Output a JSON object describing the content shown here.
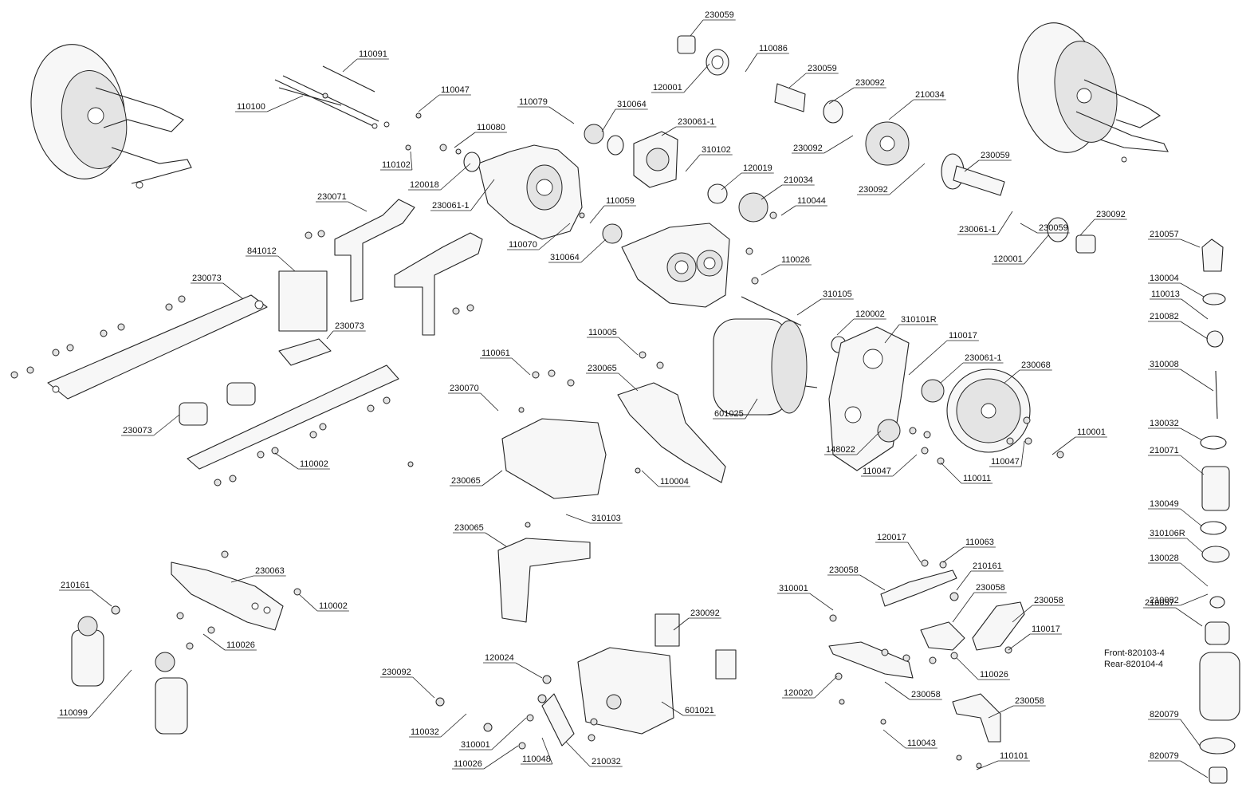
{
  "part_numbers": [
    "230059",
    "110091",
    "110086",
    "230059",
    "120001",
    "110047",
    "110100",
    "110079",
    "310064",
    "230092",
    "210034",
    "230061-1",
    "110080",
    "230061-1",
    "310102",
    "120019",
    "230092",
    "210034",
    "230092",
    "230059",
    "110102",
    "120018",
    "230071",
    "230061-1",
    "110059",
    "110044",
    "230092",
    "230059",
    "210057",
    "120001",
    "841012",
    "110070",
    "310064",
    "110026",
    "230073",
    "130004",
    "110013",
    "310105",
    "120002",
    "310101R",
    "230073",
    "210082",
    "110005",
    "110017",
    "110061",
    "230065",
    "230061-1",
    "230068",
    "310008",
    "230070",
    "601025",
    "130032",
    "148022",
    "110001",
    "230073",
    "210071",
    "110002",
    "110047",
    "110047",
    "110011",
    "230065",
    "110004",
    "130049",
    "310103",
    "230065",
    "310106R",
    "120017",
    "110063",
    "130028",
    "230063",
    "230058",
    "210161",
    "310001",
    "230058",
    "210082",
    "210161",
    "230058",
    "210057",
    "110002",
    "230092",
    "110026",
    "120020",
    "110017",
    "230092",
    "601021",
    "120024",
    "230058",
    "110026",
    "110099",
    "230058",
    "110032",
    "310001",
    "110043",
    "110026",
    "110048",
    "210032",
    "110101",
    "820079",
    "820079"
  ],
  "spring_note": {
    "front": "Front-820103-4",
    "rear": "Rear-820104-4"
  }
}
